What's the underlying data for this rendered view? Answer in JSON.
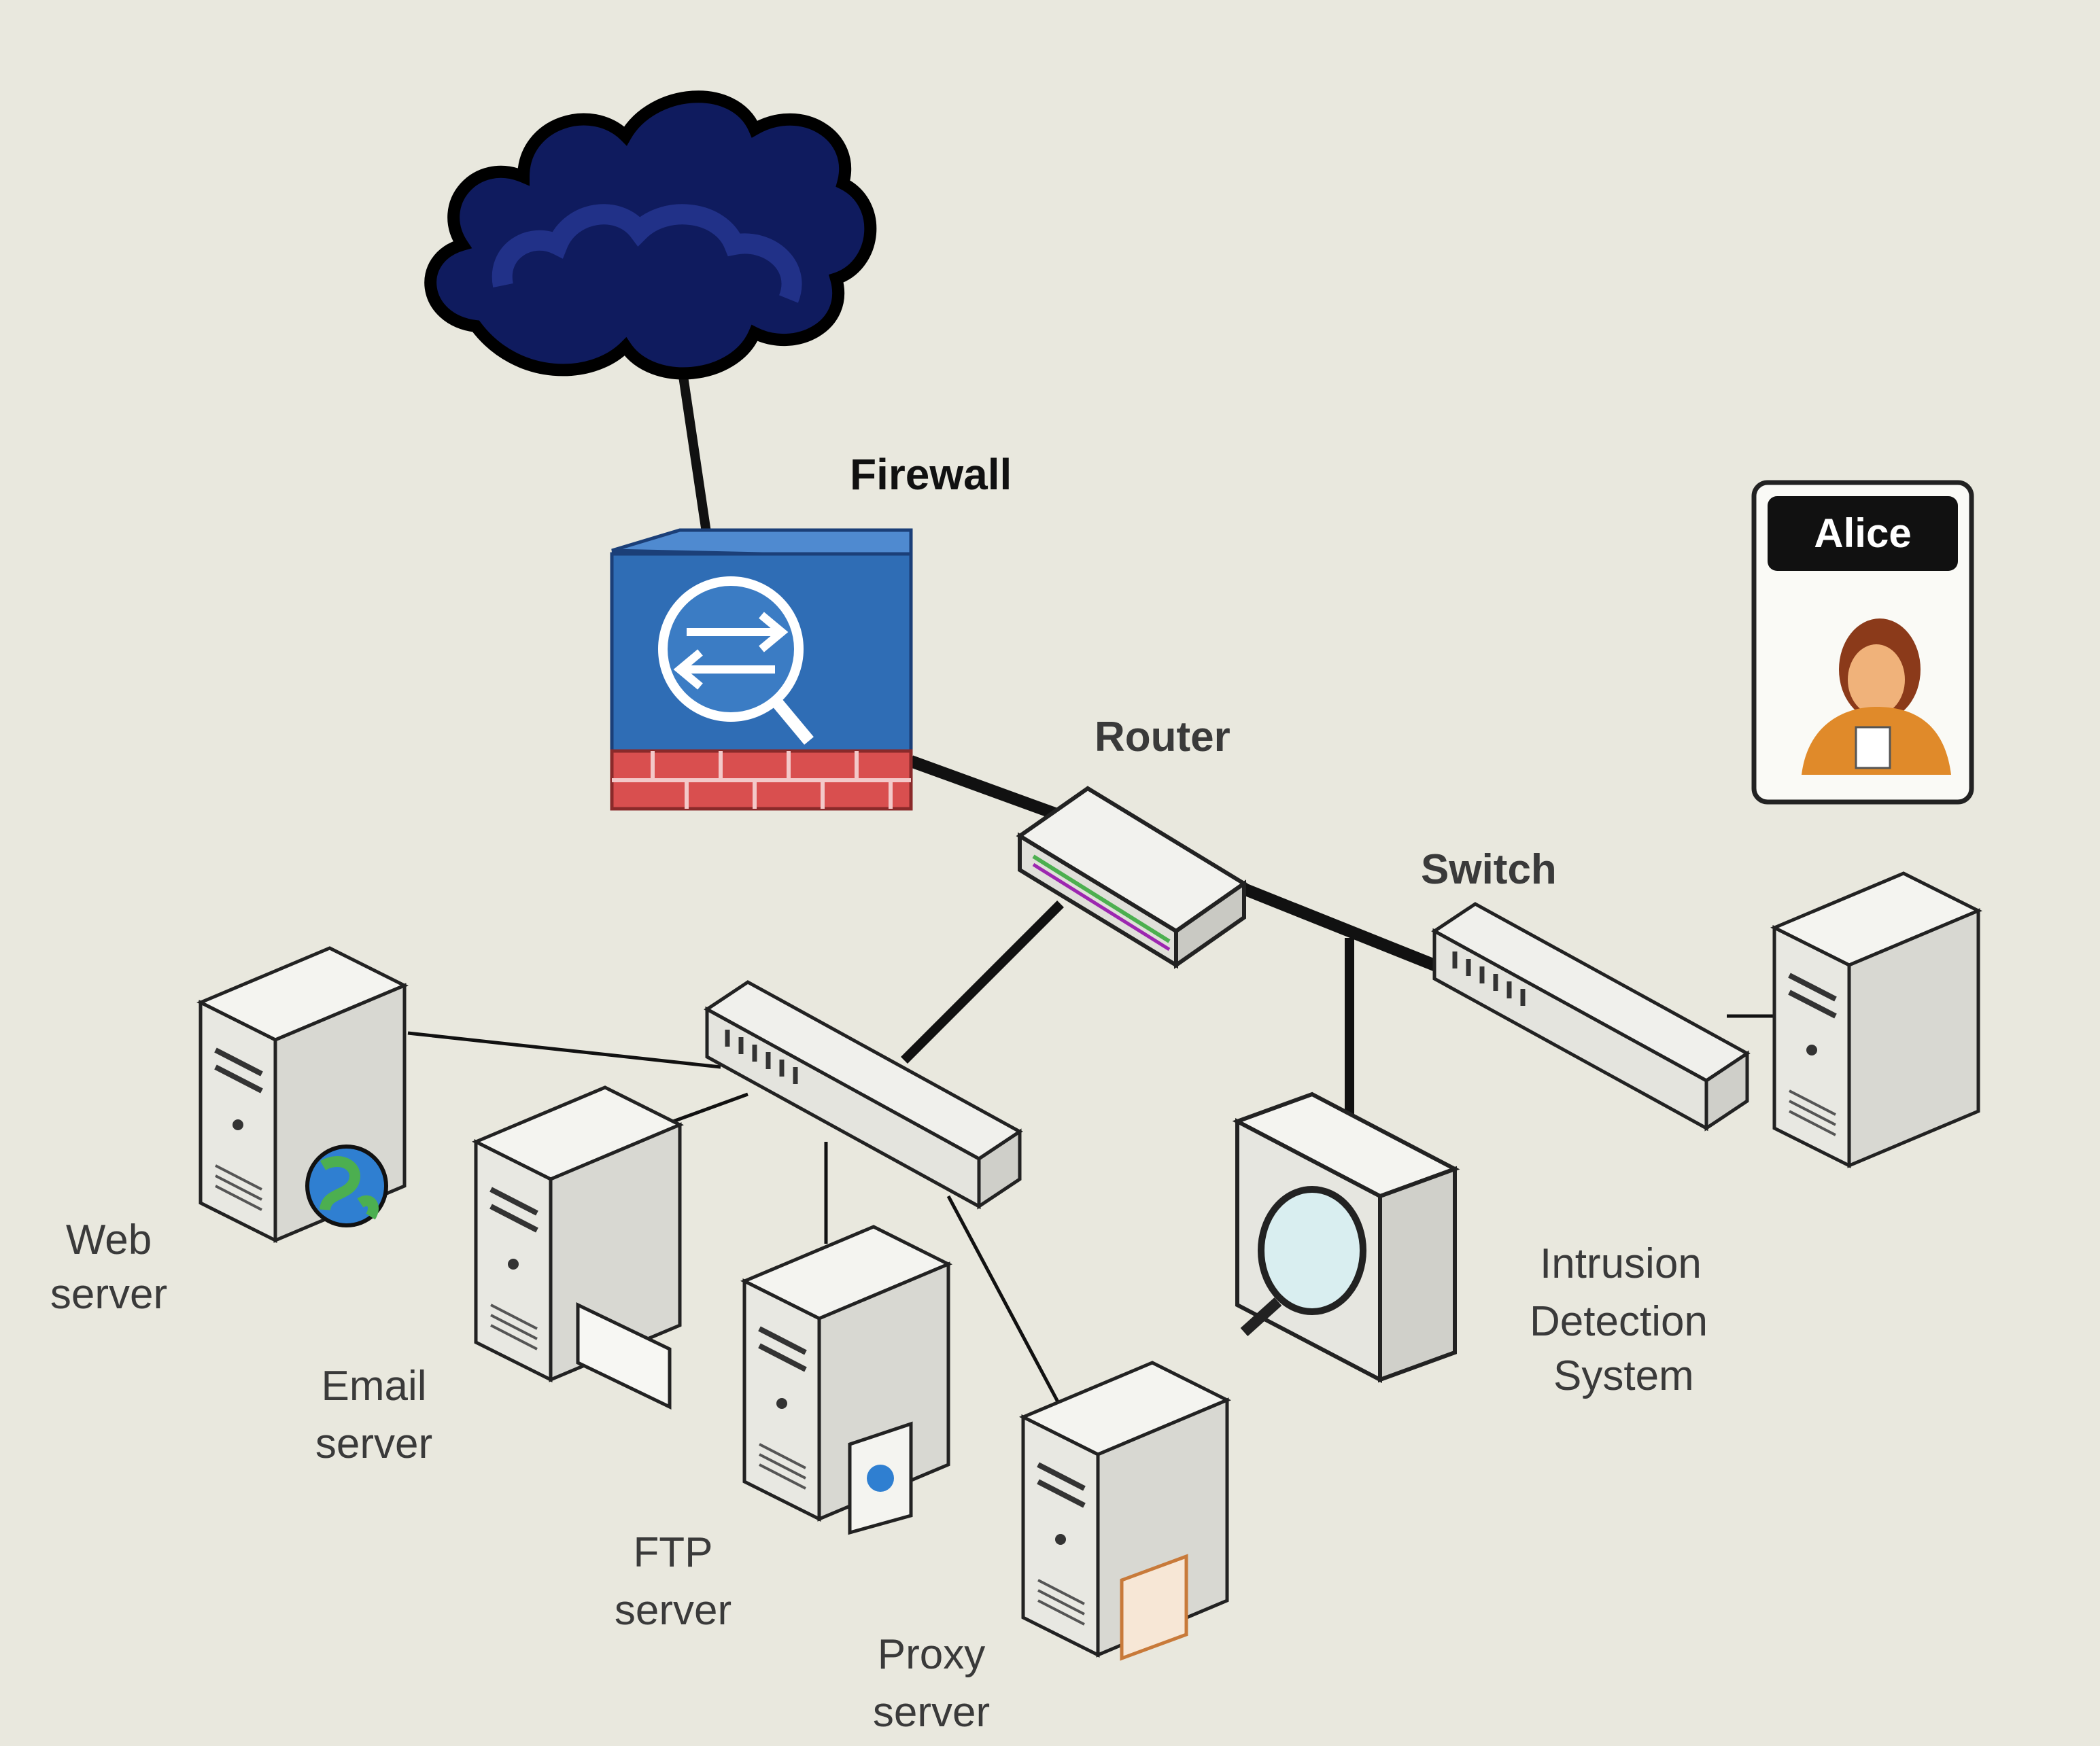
{
  "labels": {
    "firewall": "Firewall",
    "router": "Router",
    "switch": "Switch",
    "alice": "Alice",
    "web_server": [
      "Web",
      "server"
    ],
    "email_server": [
      "Email",
      "server"
    ],
    "ftp_server": [
      "FTP",
      "server"
    ],
    "proxy_server": [
      "Proxy",
      "server"
    ],
    "ids": [
      "Intrusion",
      "Detection",
      "System"
    ]
  },
  "icons": {
    "cloud": "internet-cloud-icon",
    "firewall": "firewall-icon",
    "router": "router-icon",
    "switch_main": "switch-icon",
    "switch_left": "switch-icon",
    "ids": "ids-magnifier-icon",
    "web_server": "server-globe-icon",
    "email_server": "server-mail-icon",
    "ftp_server": "server-ftp-icon",
    "proxy_server": "server-proxy-icon",
    "alice_server": "server-icon",
    "alice_avatar": "user-avatar-icon"
  },
  "colors": {
    "background": "#e9e8de",
    "cloud": "#0f1b5e",
    "firewall_blue": "#2f6db5",
    "firewall_brick": "#d94f4f",
    "badge": "#111111"
  }
}
